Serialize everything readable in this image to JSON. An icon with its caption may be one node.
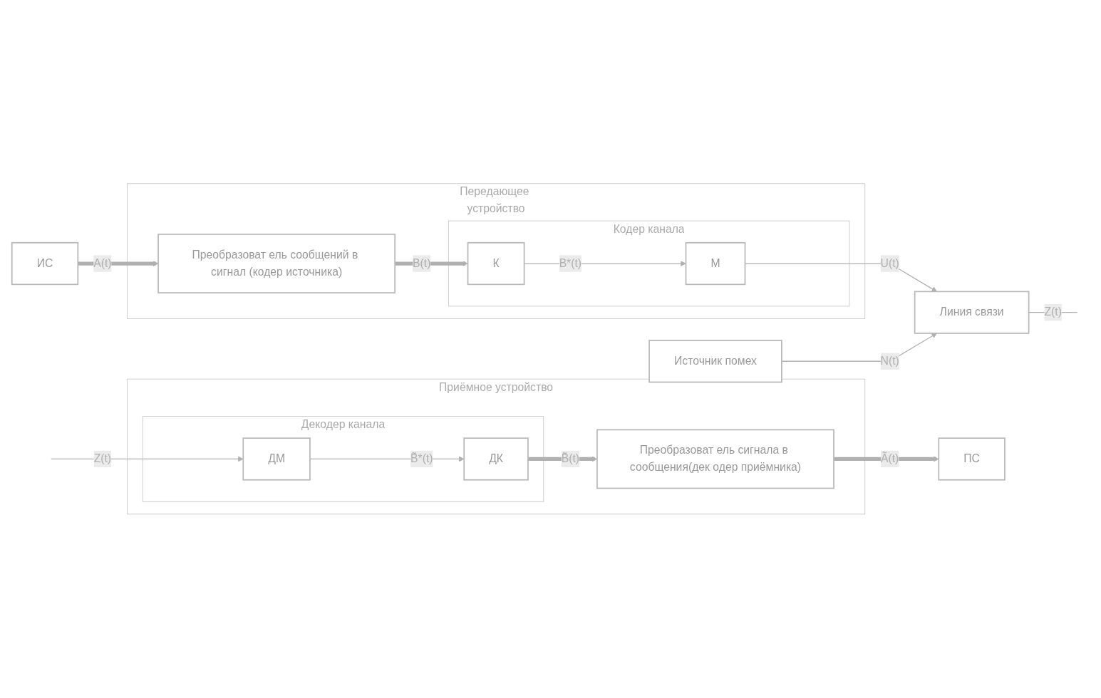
{
  "diagram": {
    "nodes": [
      {
        "text": [
          "Передающее устройство"
        ]
      },
      {
        "text": [
          "ИС"
        ]
      },
      {
        "text": [
          "Преобразоват ель сообщений в сигнал (кодер источника)"
        ],
        "in": 0
      },
      {
        "text": [
          "Кодер канала"
        ],
        "in": 0
      },
      {
        "text": [
          "К"
        ],
        "in": 3
      },
      {
        "text": [
          "М"
        ],
        "in": 3
      },
      {
        "text": [
          "Линия связи"
        ]
      },
      {
        "text": [
          "Источник помех"
        ]
      },
      {
        "text": [
          "Приёмное устройство"
        ]
      },
      {
        "text": [
          "ПС"
        ]
      },
      {
        "text": [
          "Преобразоват ель сигнала в сообщения(дек одер приёмника)"
        ],
        "in": 8
      },
      {
        "text": [
          "Декодер канала"
        ],
        "in": 8
      },
      {
        "text": [
          "ДК"
        ],
        "in": 11
      },
      {
        "text": [
          "ДМ"
        ],
        "in": 11
      }
    ],
    "edges": [
      {
        "from": 1,
        "to": 2,
        "arrow": "to",
        "label": "A(t)",
        "style": "thick"
      },
      {
        "from": 2,
        "to": 4,
        "arrow": "to",
        "label": "B(t)",
        "style": "thick"
      },
      {
        "from": 4,
        "to": 5,
        "arrow": "to",
        "label": "B*(t)"
      },
      {
        "from": 5,
        "to": 6,
        "arrow": "to",
        "label": "U(t)"
      },
      {
        "from": 6,
        "to": null,
        "arrow": "none",
        "label": "Z(t)"
      },
      {
        "from": 7,
        "to": 6,
        "arrow": "to",
        "label": "N(t)"
      },
      {
        "from": null,
        "to": 13,
        "arrow": "to",
        "label": "Z(t)"
      },
      {
        "from": 13,
        "to": 12,
        "arrow": "to",
        "label": "B̃*(t)"
      },
      {
        "from": 12,
        "to": 10,
        "arrow": "to",
        "label": "B̃(t)",
        "style": "thick"
      },
      {
        "from": 10,
        "to": 9,
        "arrow": "to",
        "label": "Ã(t)",
        "style": "thick"
      }
    ]
  }
}
